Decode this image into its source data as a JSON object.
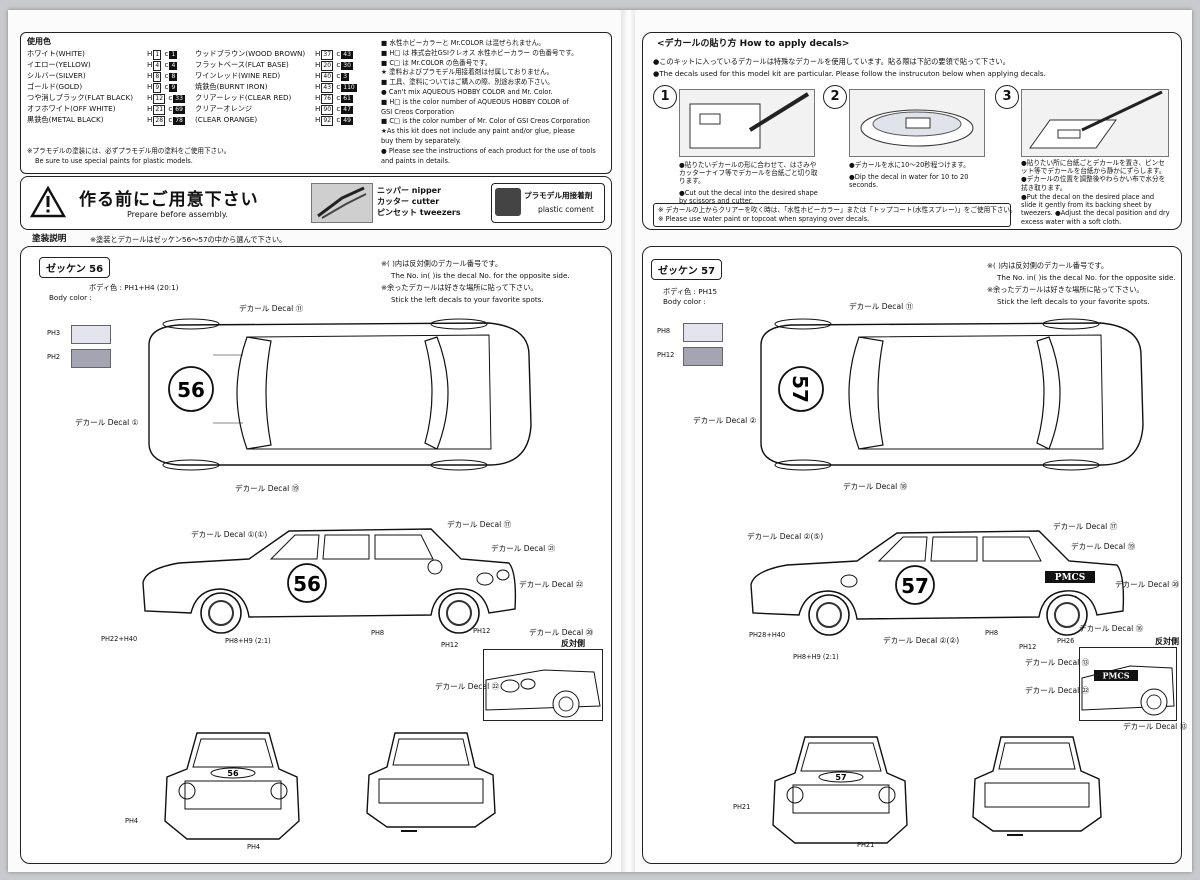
{
  "colors_used": {
    "heading": "使用色",
    "left": [
      {
        "label": "ホワイト(WHITE)",
        "h": "1",
        "c": "1"
      },
      {
        "label": "イエロー(YELLOW)",
        "h": "4",
        "c": "4"
      },
      {
        "label": "シルバー(SILVER)",
        "h": "8",
        "c": "8"
      },
      {
        "label": "ゴールド(GOLD)",
        "h": "9",
        "c": "9"
      },
      {
        "label": "つや消しブラック(FLAT BLACK)",
        "h": "12",
        "c": "33"
      },
      {
        "label": "オフホワイト(OFF WHITE)",
        "h": "21",
        "c": "69"
      },
      {
        "label": "黒鉄色(METAL BLACK)",
        "h": "28",
        "c": "78"
      }
    ],
    "right": [
      {
        "label": "ウッドブラウン(WOOD BROWN)",
        "h": "37",
        "c": "43"
      },
      {
        "label": "フラットベース(FLAT BASE)",
        "h": "20",
        "c": "30"
      },
      {
        "label": "ワインレッド(WINE RED)",
        "h": "40",
        "c": "3"
      },
      {
        "label": "焼鉄色(BURNT IRON)",
        "h": "43",
        "c": "110"
      },
      {
        "label": "クリアーレッド(CLEAR RED)",
        "h": "76",
        "c": "61"
      },
      {
        "label": "クリアーオレンジ",
        "h": "90",
        "c": "47"
      },
      {
        "label": "(CLEAR ORANGE)",
        "h": "92",
        "c": "49"
      }
    ],
    "note_jp": "※プラモデルの塗装には、必ずプラモデル用の塗料をご使用下さい。",
    "note_en": "Be sure to use special paints for plastic models.",
    "info": [
      "■ 水性ホビーカラーと Mr.COLOR は混ぜられません。",
      "■ H□ は 株式会社GSIクレオス 水性ホビーカラー の色番号です。",
      "■ C□ は Mr.COLOR の色番号です。",
      "★ 塗料およびプラモデル用接着剤は付属しておりません。",
      "■ 工具、塗料についてはご購入の際、別途お求め下さい。",
      "● Can't mix AQUEOUS HOBBY COLOR and Mr. Color.",
      "■ H□ is the color number of AQUEOUS HOBBY COLOR of",
      "GSI Creos Corporation",
      "■ C□ is the color number of Mr. Color of GSI Creos Corporation",
      "★As this kit does not include any paint and/or glue, please",
      "buy them by separately.",
      "● Please see the instructions of each product for the use of tools",
      "and paints in details."
    ]
  },
  "prepare": {
    "title": "作る前にご用意下さい",
    "subtitle": "Prepare before assembly.",
    "tools": [
      "ニッパー nipper",
      "カッター cutter",
      "ピンセット tweezers"
    ],
    "glue_jp": "プラモデル用接着剤",
    "glue_en": "plastic coment"
  },
  "paint_instructions": {
    "heading": "塗装説明",
    "note": "※塗装とデカールはゼッケン56〜57の中から選んで下さい。"
  },
  "decal_apply": {
    "title": "<デカールの貼り方 How to apply decals>",
    "intro_jp": "●このキットに入っているデカールは特殊なデカールを使用しています。貼る際は下記の要領で貼って下さい。",
    "intro_en": "●The decals used for this model kit are particular. Please follow the instrucuton below when applying decals.",
    "steps": [
      {
        "num": "1",
        "jp": "●貼りたいデカールの形に合わせて、はさみやカッターナイフ等でデカールを台紙ごと切り取ります。",
        "en": "●Cut out the decal into the desired shape by scissors and cutter."
      },
      {
        "num": "2",
        "jp": "●デカールを水に10〜20秒程つけます。",
        "en": "●Dip the decal in water for 10 to 20 seconds."
      },
      {
        "num": "3",
        "jp": "●貼りたい所に台紙ごとデカールを置き、ピンセット等でデカールを台紙から静かにずらします。●デカールの位置を調整後やわらかい布で水分を拭き取ります。",
        "en": "●Put the decal on the desired place and slide it gently from its backing sheet by tweezers. ●Adjust the decal position and dry excess water with a soft cloth."
      }
    ],
    "warn_jp": "※ デカールの上からクリアーを吹く時は、「水性ホビーカラー」または「トップコート(水性スプレー)」をご使用下さい。",
    "warn_en": "※ Please use water paint or topcoat when spraying over decals."
  },
  "left_panel": {
    "badge": "ゼッケン 56",
    "number": "56",
    "body_color_jp": "ボディ色 : PH1+H4 (20:1)",
    "body_color_en": "Body color :",
    "swatch1": "PH3",
    "swatch2": "PH2",
    "note1_jp": "※( )内は反対側のデカール番号です。",
    "note1_en": "The No. in( )is the decal No. for the opposite side.",
    "note2_jp": "※余ったデカールは好きな場所に貼って下さい。",
    "note2_en": "Stick the left decals to your favorite spots.",
    "decal_labels": [
      "デカール Decal ⑪",
      "デカール Decal ①",
      "デカール Decal ⑲",
      "デカール Decal ①(①)",
      "デカール Decal ⑰",
      "デカール Decal ㉑",
      "デカール Decal ㉒",
      "デカール Decal ⑳",
      "デカール Decal ㉒"
    ],
    "parts": [
      "PH22+H40",
      "PH8+H9 (2:1)",
      "PH8",
      "PH12",
      "PH12",
      "PH4",
      "PH4"
    ],
    "opposite": "反対側"
  },
  "right_panel": {
    "badge": "ゼッケン 57",
    "number": "57",
    "body_color_jp": "ボディ色 : PH15",
    "body_color_en": "Body color :",
    "swatch1": "PH8",
    "swatch2": "PH12",
    "note1_jp": "※( )内は反対側のデカール番号です。",
    "note1_en": "The No. in( )is the decal No. for the opposite side.",
    "note2_jp": "※余ったデカールは好きな場所に貼って下さい。",
    "note2_en": "Stick the left decals to your favorite spots.",
    "side_text": "PMCS",
    "decal_labels": [
      "デカール Decal ⑪",
      "デカール Decal ②",
      "デカール Decal ⑱",
      "デカール Decal ②(⑤)",
      "デカール Decal ⑰",
      "デカール Decal ⑲",
      "デカール Decal ⑳",
      "デカール Decal ⑯",
      "デカール Decal ②(②)",
      "デカール Decal ⑬",
      "デカール Decal ㉒",
      "デカール Decal ⑬"
    ],
    "parts": [
      "PH28+H40",
      "PH8+H9 (2:1)",
      "PH8",
      "PH12",
      "PH26",
      "PH21",
      "PH21"
    ],
    "opposite": "反対側"
  },
  "palette": {
    "ink": "#111111",
    "swatch_light": "#e4e4ee",
    "swatch_dark": "#a4a4b2",
    "paper": "#fbfbfb"
  }
}
